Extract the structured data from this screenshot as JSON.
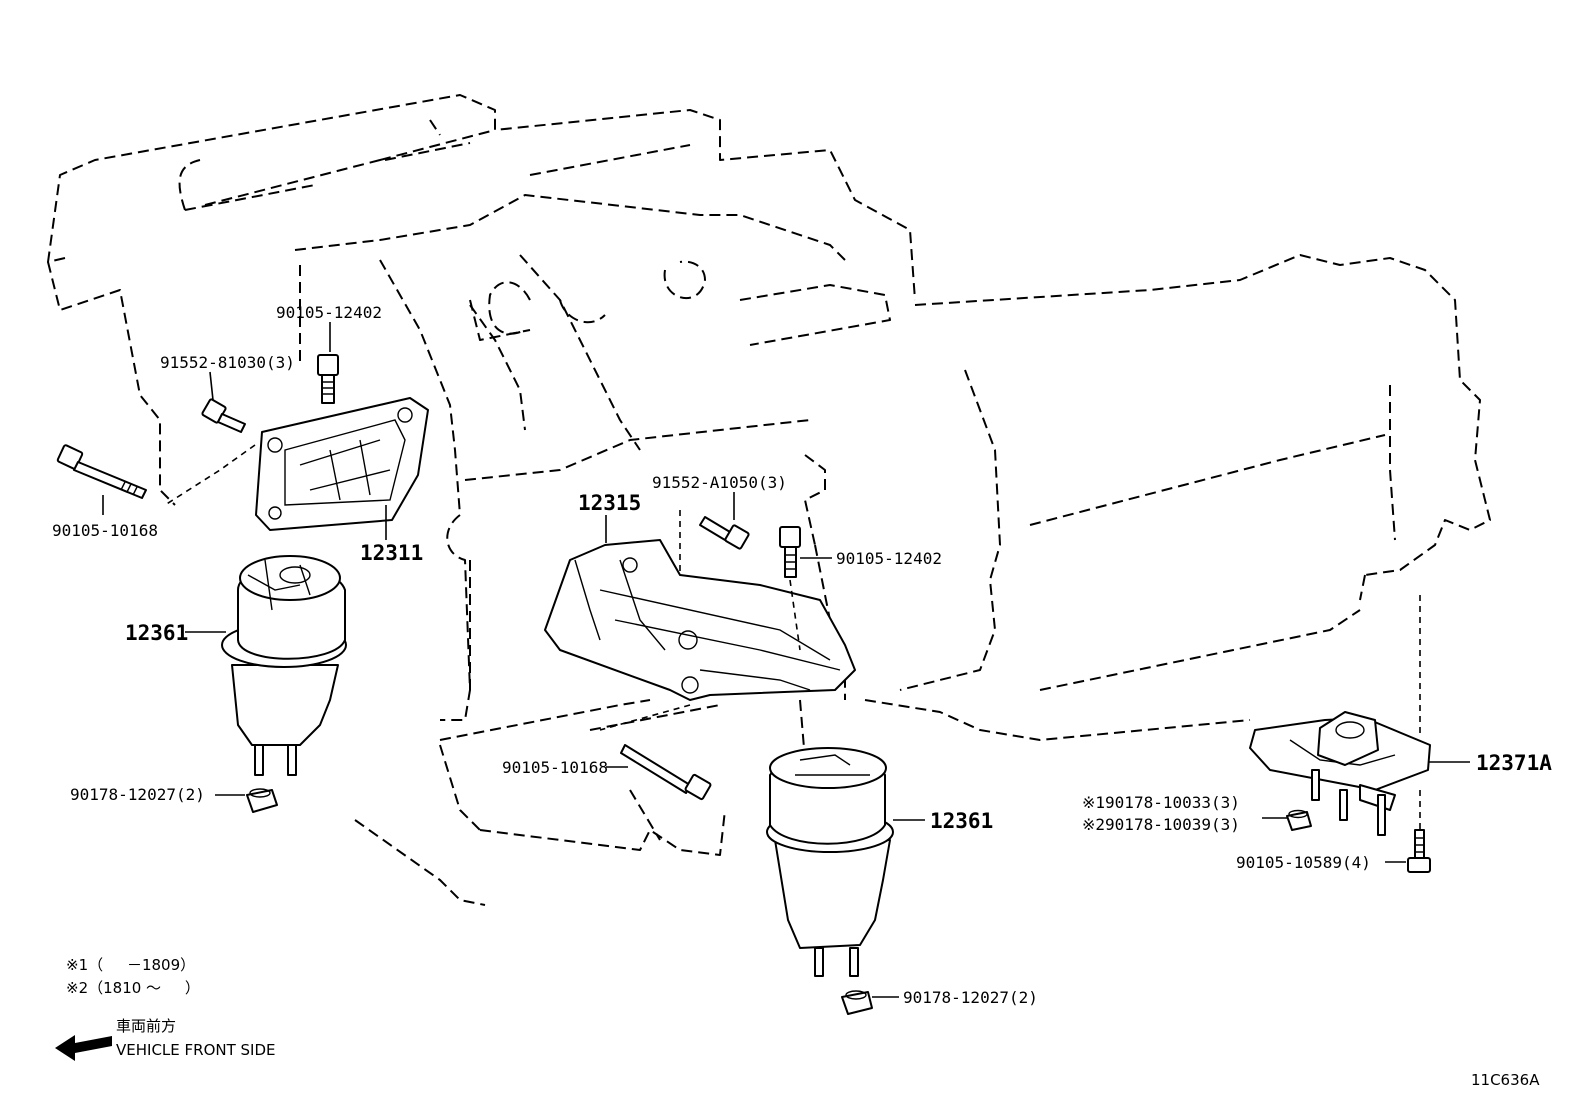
{
  "callouts": {
    "bolt_top": "90105-12402",
    "bolt_91552_81030": "91552-81030(3)",
    "bolt_long_left": "90105-10168",
    "bracket_12311": "12311",
    "mount_left": "12361",
    "nut_left": "90178-12027(2)",
    "bracket_12315": "12315",
    "bolt_91552_a1050": "91552-A1050(3)",
    "bolt_center": "90105-12402",
    "bolt_long_center": "90105-10168",
    "mount_center": "12361",
    "nut_center": "90178-12027(2)",
    "trans_mount": "12371A",
    "nut_10033": "※190178-10033(3)",
    "nut_10039": "※290178-10039(3)",
    "bolt_10589": "90105-10589(4)"
  },
  "notes": [
    "※1（     －1809）",
    "※2（1810 ～     ）"
  ],
  "direction": {
    "jp": "車両前方",
    "en": "VEHICLE FRONT SIDE"
  },
  "code": "11C636A"
}
